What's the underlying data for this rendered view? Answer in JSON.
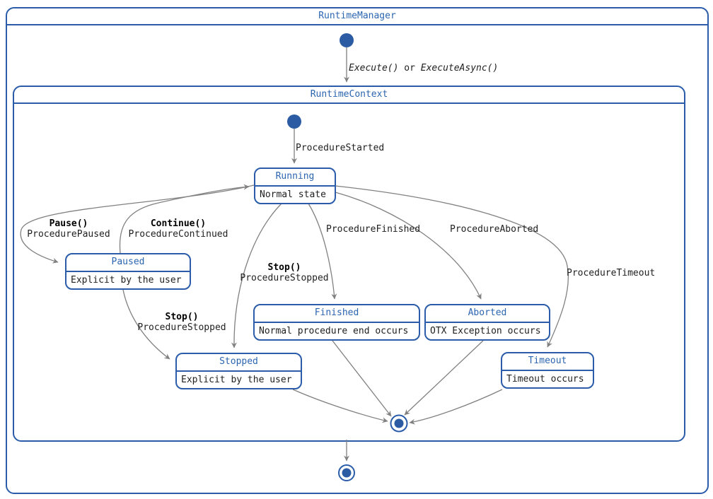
{
  "colors": {
    "accent": "#2a5caa",
    "title-text": "#2b65b0",
    "body-text": "#1f1f1f",
    "edge": "#808080",
    "node-fill": "#2b5ca3",
    "bg": "#ffffff"
  },
  "frames": {
    "manager": {
      "title": "RuntimeManager"
    },
    "context": {
      "title": "RuntimeContext"
    }
  },
  "states": {
    "running": {
      "title": "Running",
      "body": "Normal state"
    },
    "paused": {
      "title": "Paused",
      "body": "Explicit by the user"
    },
    "finished": {
      "title": "Finished",
      "body": "Normal procedure end occurs"
    },
    "aborted": {
      "title": "Aborted",
      "body": "OTX Exception occurs"
    },
    "stopped": {
      "title": "Stopped",
      "body": "Explicit by the user"
    },
    "timeout": {
      "title": "Timeout",
      "body": "Timeout occurs"
    }
  },
  "transitions": {
    "execute": {
      "method1": "Execute()",
      "conjunction": "or",
      "method2": "ExecuteAsync()"
    },
    "procedure_started": {
      "event": "ProcedureStarted"
    },
    "pause": {
      "method": "Pause()",
      "event": "ProcedurePaused"
    },
    "continue": {
      "method": "Continue()",
      "event": "ProcedureContinued"
    },
    "stop_from_running": {
      "method": "Stop()",
      "event": "ProcedureStopped"
    },
    "stop_from_paused": {
      "method": "Stop()",
      "event": "ProcedureStopped"
    },
    "procedure_finished": {
      "event": "ProcedureFinished"
    },
    "procedure_aborted": {
      "event": "ProcedureAborted"
    },
    "procedure_timeout": {
      "event": "ProcedureTimeout"
    }
  }
}
